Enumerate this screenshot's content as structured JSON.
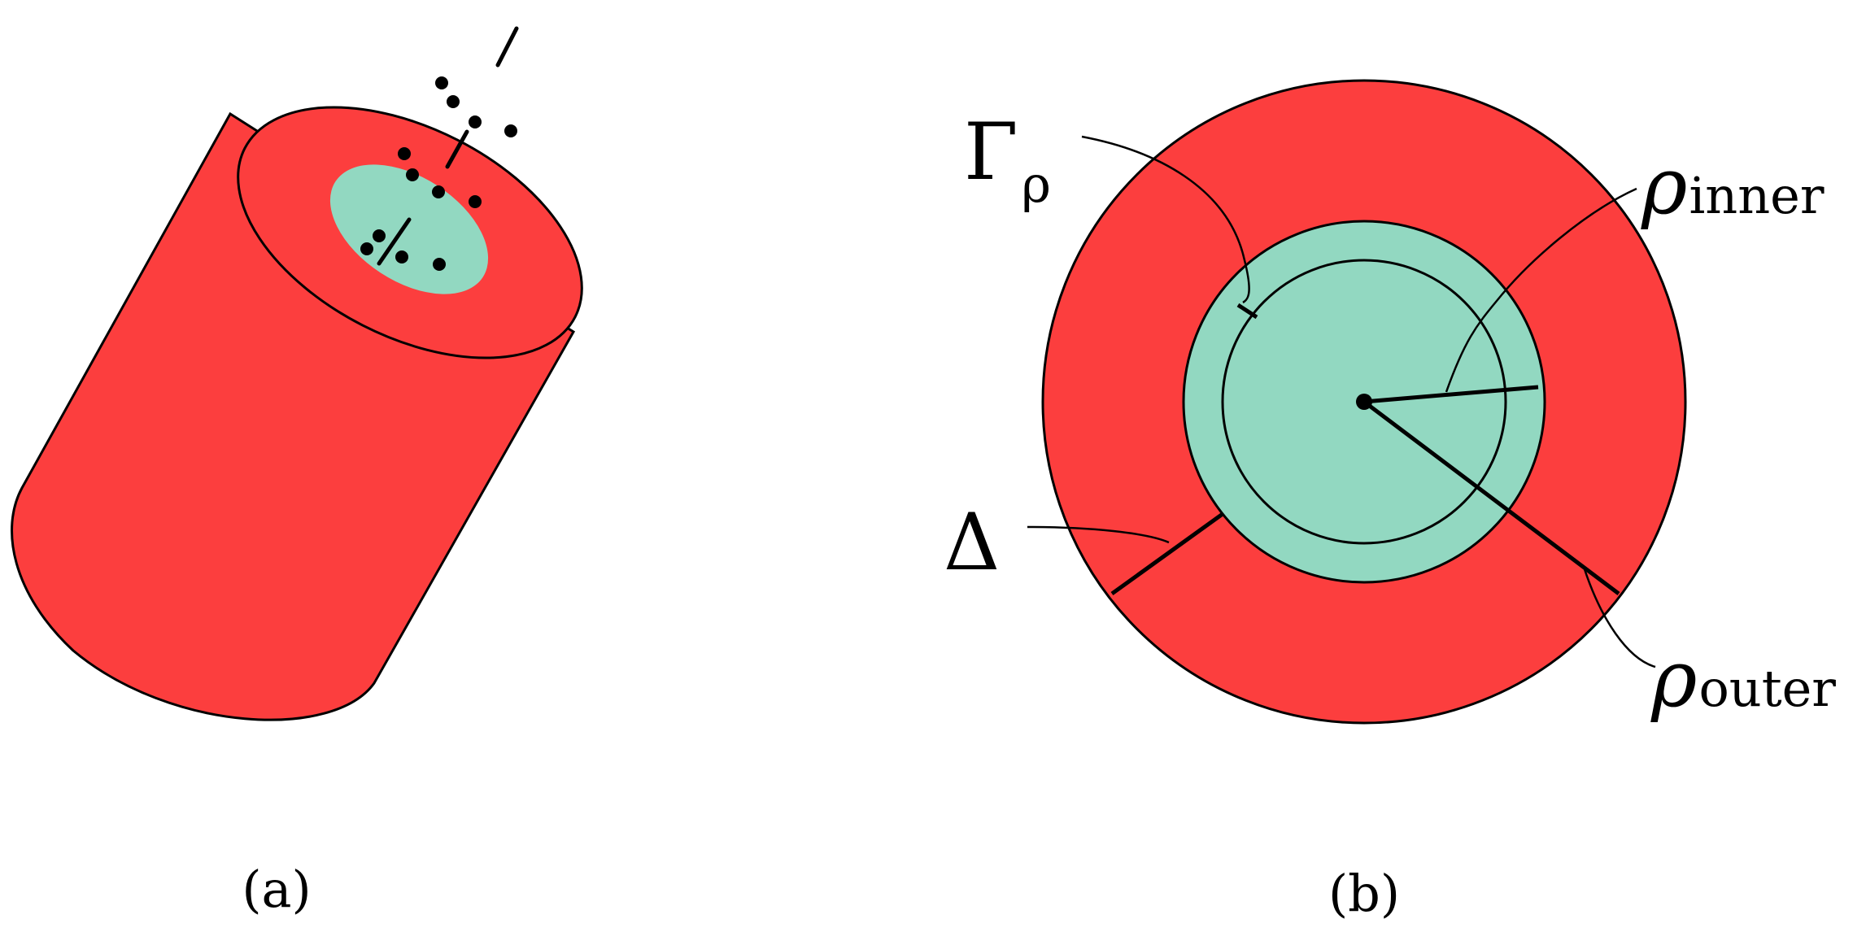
{
  "panels": {
    "a": {
      "caption": "(a)"
    },
    "b": {
      "caption": "(b)",
      "labels": {
        "gamma_symbol": "Γ",
        "gamma_sub": "ρ",
        "rho_symbol": "ρ",
        "inner_sub": "inner",
        "outer_sub": "outer",
        "delta_symbol": "Δ"
      }
    }
  },
  "colors": {
    "outer_region": "#fc3e3e",
    "inner_region": "#92d8c1",
    "stroke": "#000000"
  }
}
